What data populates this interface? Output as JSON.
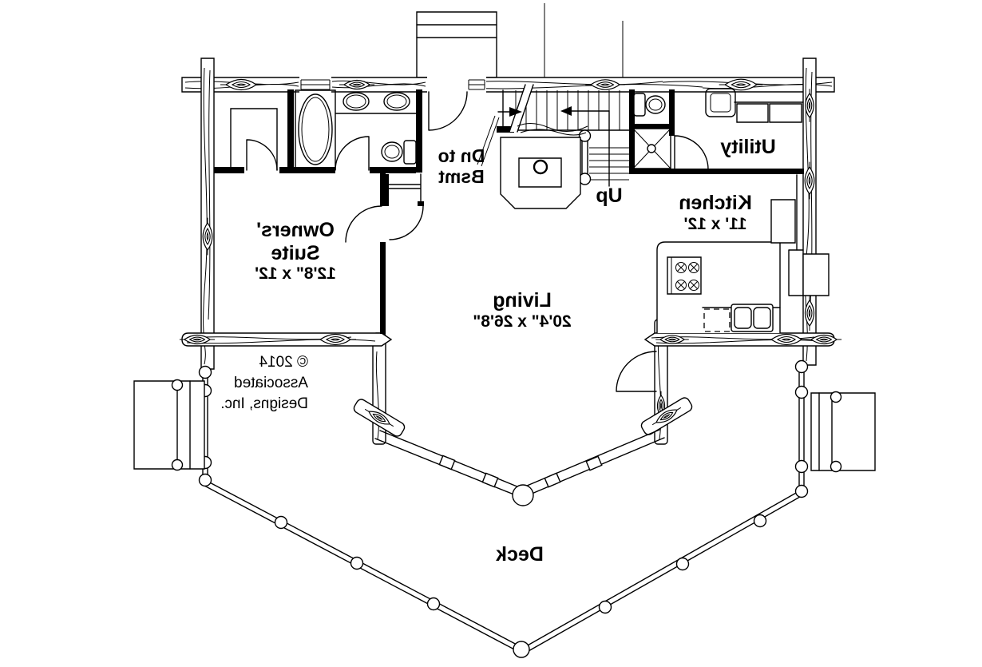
{
  "style": {
    "ink": "#000000",
    "background": "#ffffff"
  },
  "labels": {
    "owners_suite": {
      "line1": "Owners'",
      "line2": "Suite",
      "dims": "12'8\" x 12'"
    },
    "living": {
      "name": "Living",
      "dims": "20'4\" x 26'8\""
    },
    "kitchen": {
      "name": "Kitchen",
      "dims": "11' x 12'"
    },
    "utility": {
      "name": "Utility"
    },
    "deck": {
      "name": "Deck"
    },
    "stairs": {
      "down1": "Dn to",
      "down2": "Bsmt",
      "up": "Up"
    },
    "copyright": {
      "line1": "© 2014",
      "line2": "Associated",
      "line3": "Designs, Inc."
    }
  }
}
